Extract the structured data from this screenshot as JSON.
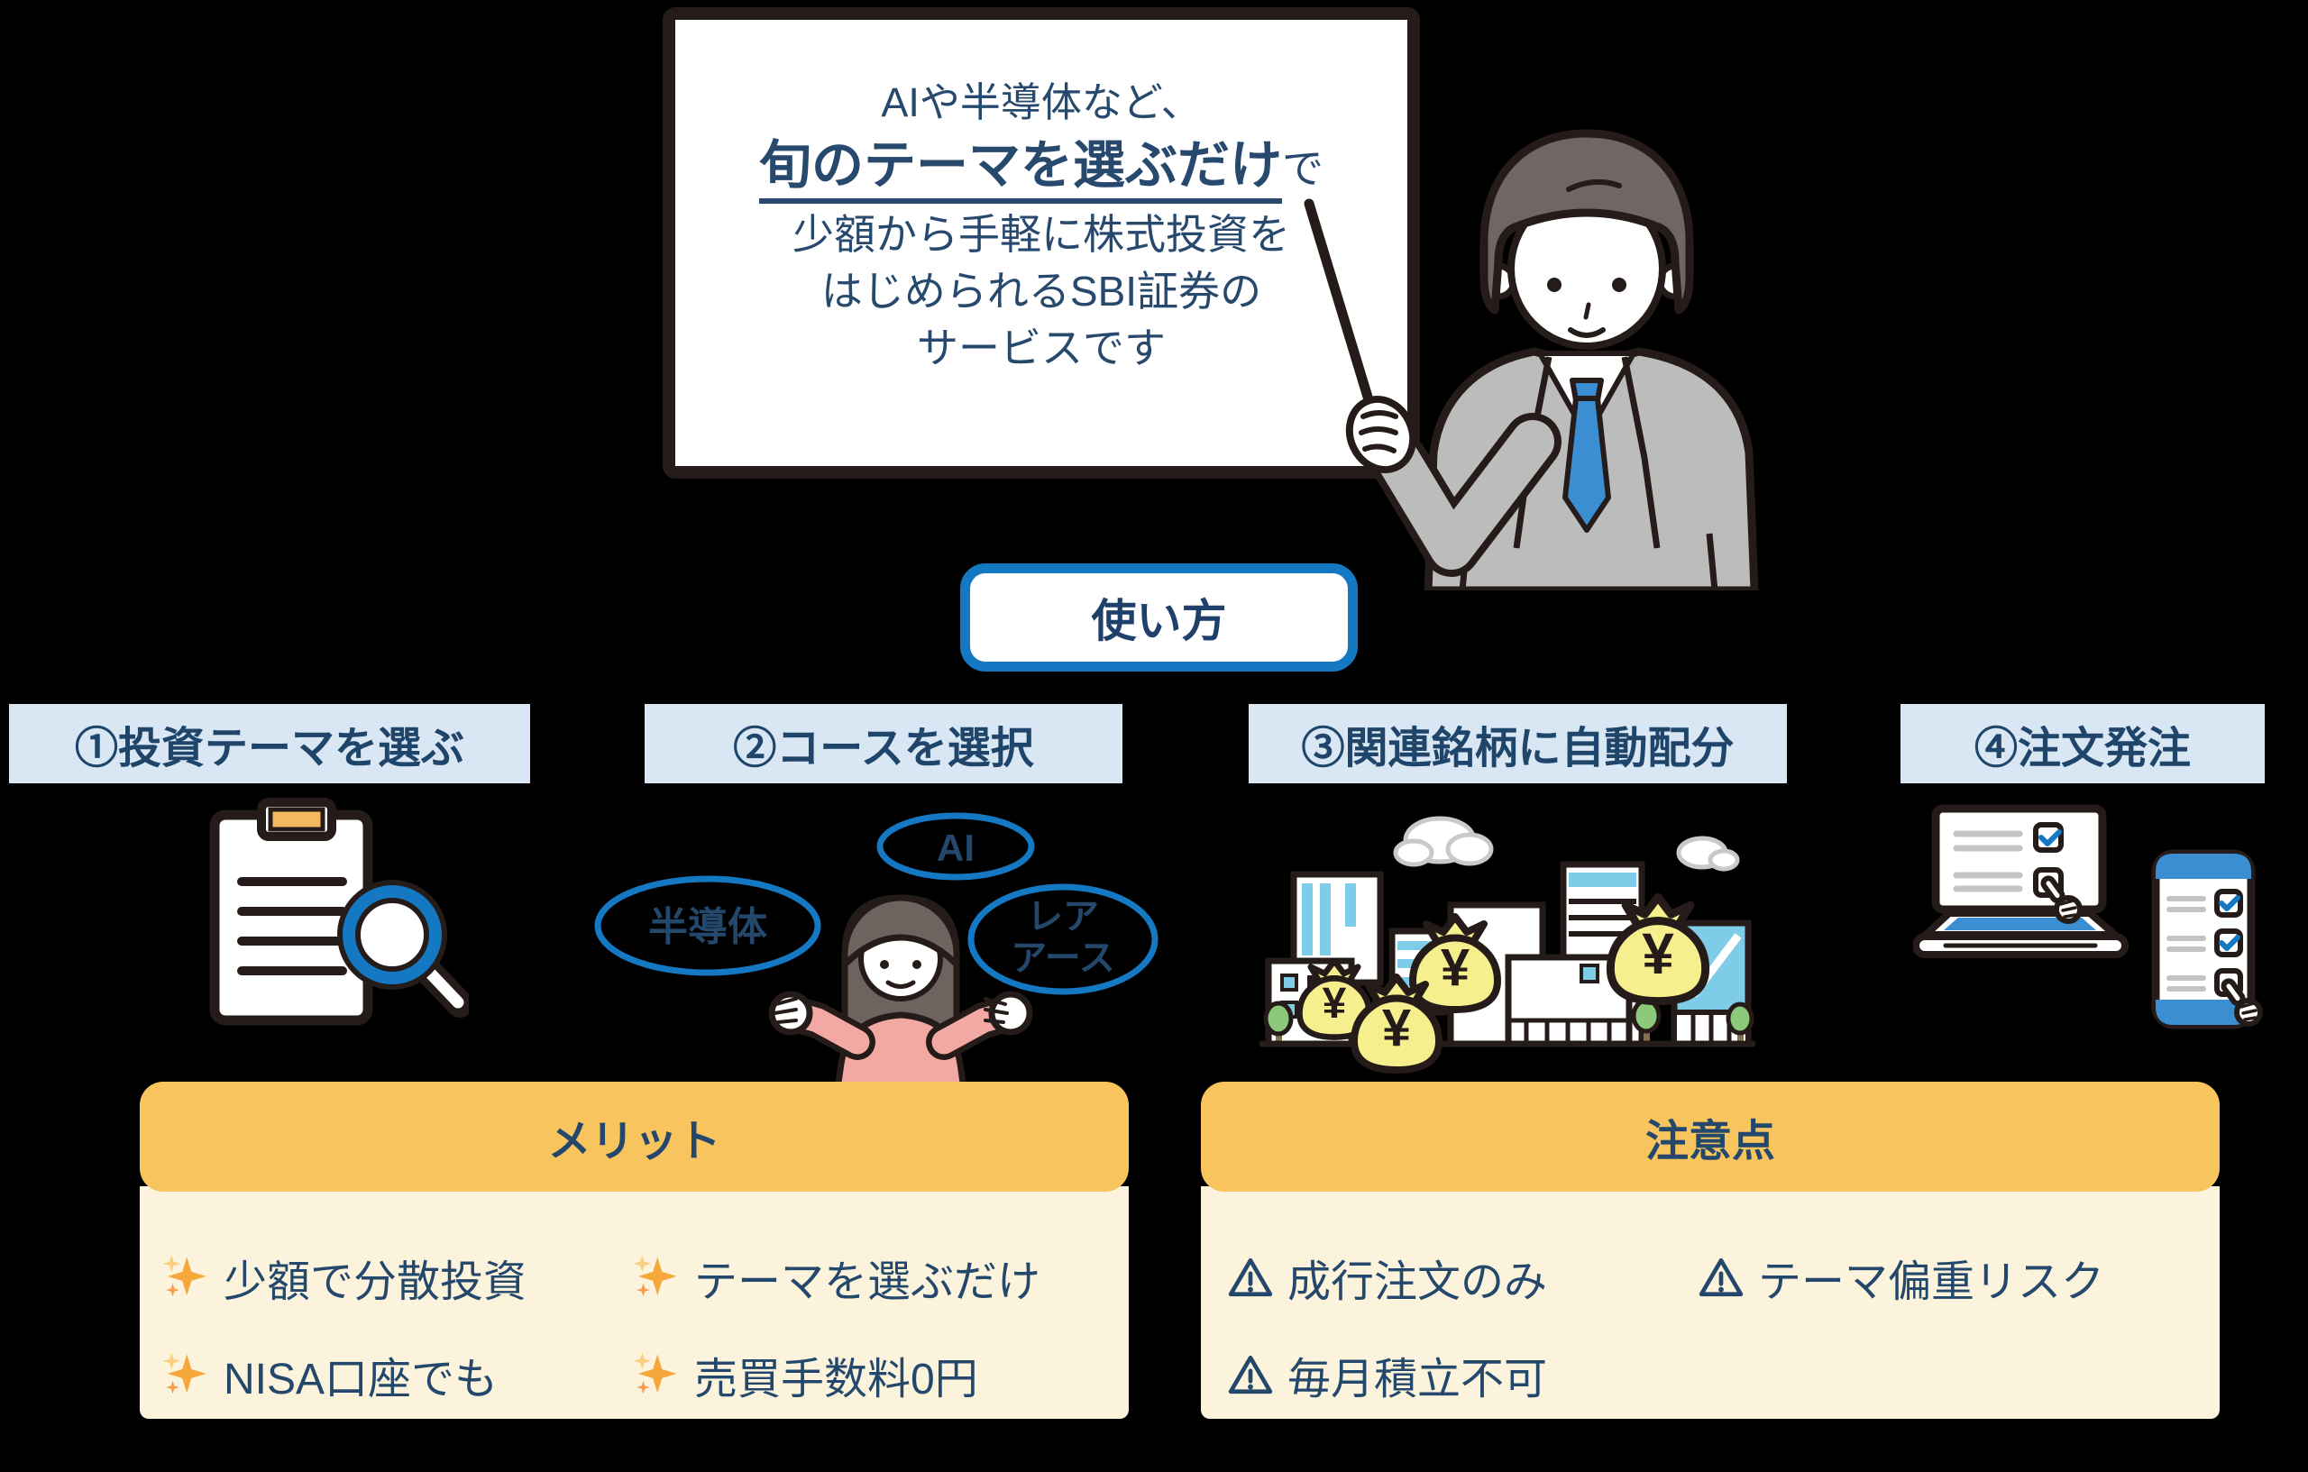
{
  "palette": {
    "navy_text": "#24486b",
    "accent_blue": "#1478c2",
    "light_blue_header_bg": "#d9e7f4",
    "orange_panel_header": "#f8c45e",
    "cream_panel_body": "#fcf3dc",
    "outline_dark": "#251c1a",
    "money_bag_yellow": "#f6ef8e",
    "tie_blue": "#3c8ed3"
  },
  "whiteboard": {
    "line1": "AIや半導体など、",
    "highlight": "旬のテーマを選ぶだけ",
    "highlight_suffix": "で",
    "line3": "少額から手軽に株式投資を",
    "line4": "はじめられるSBI証券の",
    "line5": "サービスです"
  },
  "usage_label": "使い方",
  "steps": [
    {
      "label": "①投資テーマを選ぶ"
    },
    {
      "label": "②コースを選択",
      "themes": {
        "left": "半導体",
        "top": "AI",
        "right_line1": "レア",
        "right_line2": "アース"
      }
    },
    {
      "label": "③関連銘柄に自動配分",
      "money_symbol": "¥"
    },
    {
      "label": "④注文発注"
    }
  ],
  "merit": {
    "title": "メリット",
    "items": [
      "少額で分散投資",
      "テーマを選ぶだけ",
      "NISA口座でも",
      "売買手数料0円"
    ]
  },
  "caution": {
    "title": "注意点",
    "items": [
      "成行注文のみ",
      "テーマ偏重リスク",
      "毎月積立不可"
    ]
  }
}
